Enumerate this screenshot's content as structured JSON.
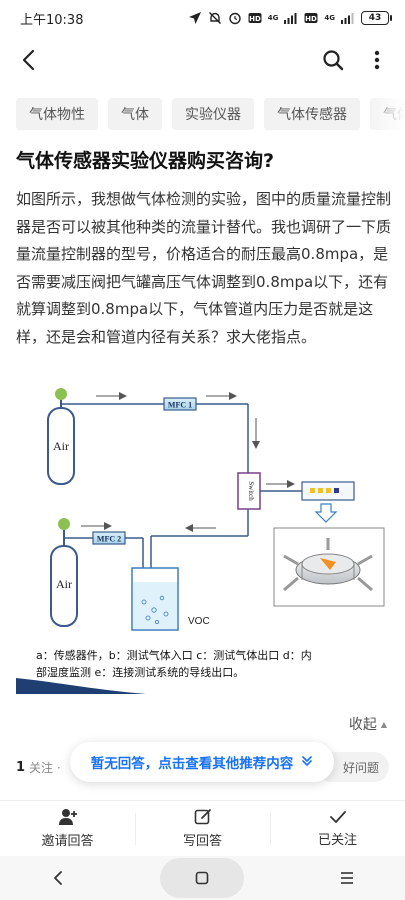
{
  "status_bar": {
    "time": "上午10:38",
    "network_label_1": "4G",
    "network_label_2": "4G",
    "battery": "43"
  },
  "nav": {
    "back_icon": "chevron-left-icon",
    "search_icon": "search-icon",
    "more_icon": "more-vertical-icon"
  },
  "tags": [
    "气体物性",
    "气体",
    "实验仪器",
    "气体传感器",
    "气体"
  ],
  "question": {
    "title": "气体传感器实验仪器购买咨询?",
    "body": "如图所示，我想做气体检测的实验，图中的质量流量控制器是否可以被其他种类的流量计替代。我也调研了一下质量流量控制器的型号，价格适合的耐压最高0.8mpa，是否需要减压阀把气罐高压气体调整到0.8mpa以下，还有就算调整到0.8mpa以下，气体管道内压力是否就是这样，还是会和管道内径有关系？求大佬指点。"
  },
  "figure": {
    "air_label_1": "Air",
    "air_label_2": "Air",
    "mfc1_label": "MFC 1",
    "mfc2_label": "MFC 2",
    "switch_label": "Switch",
    "voc_label": "VOC",
    "caption_line1": "a：传感器件，b：测试气体入口 c：测试气体出口 d：内",
    "caption_line2": "部湿度监测 e：连接测试系统的导线出口。"
  },
  "collapse": {
    "label": "收起"
  },
  "meta": {
    "follow_count": "1",
    "follow_label": "关注 · ",
    "good_question": "好问题"
  },
  "toast": {
    "text": "暂无回答，点击查看其他推荐内容",
    "chevron": "»"
  },
  "actions": [
    {
      "label": "邀请回答",
      "icon": "invite-user-icon"
    },
    {
      "label": "写回答",
      "icon": "edit-icon"
    },
    {
      "label": "已关注",
      "icon": "check-icon"
    }
  ],
  "colors": {
    "accent_blue": "#1772f6",
    "tag_bg": "#f2f2f2",
    "figure_line": "#3b5b8c",
    "switch_border": "#7b3f8c"
  }
}
